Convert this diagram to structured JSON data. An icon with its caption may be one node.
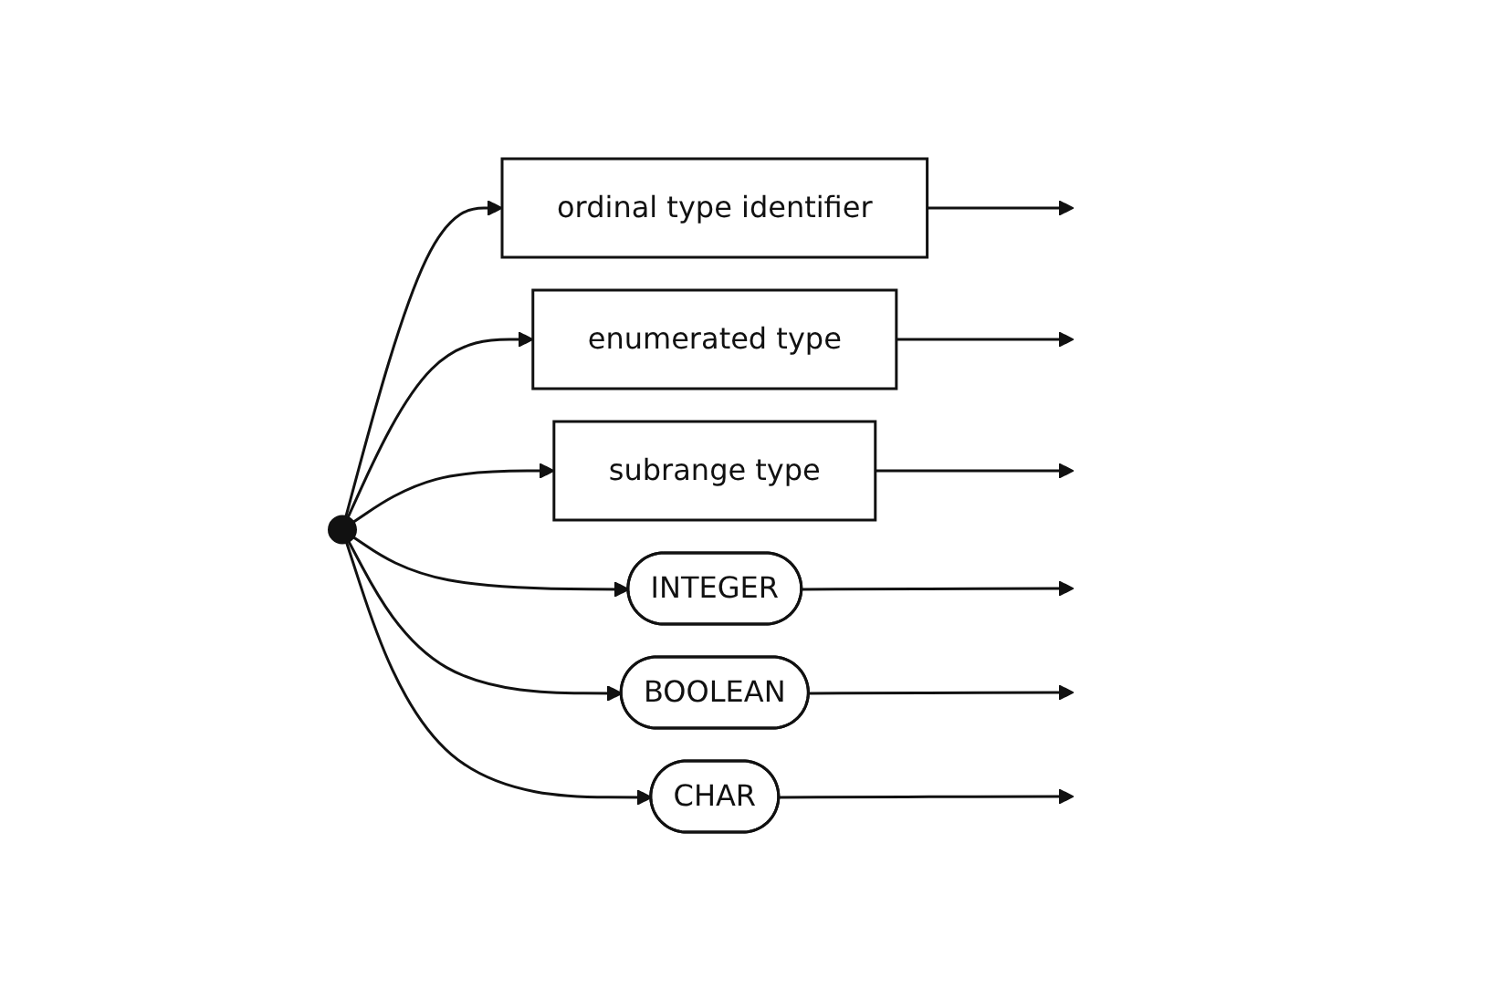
{
  "diagram": {
    "nodes": [
      {
        "text": [],
        "shape": "circle"
      },
      {
        "text": [
          "ordinal type identifier"
        ]
      },
      {
        "text": [
          "enumerated type"
        ]
      },
      {
        "text": [
          "subrange type"
        ]
      },
      {
        "text": [
          "INTEGER"
        ]
      },
      {
        "text": [
          "BOOLEAN"
        ]
      },
      {
        "text": [
          "CHAR"
        ]
      }
    ],
    "edges": [
      {
        "from": 0,
        "to": 1,
        "arrow": "to"
      },
      {
        "from": 0,
        "to": 2,
        "arrow": "to"
      },
      {
        "from": 0,
        "to": 3,
        "arrow": "to"
      },
      {
        "from": 0,
        "to": 4,
        "arrow": "to"
      },
      {
        "from": 0,
        "to": 5,
        "arrow": "to"
      },
      {
        "from": 0,
        "to": 6,
        "arrow": "to"
      },
      {
        "from": 1,
        "to": null,
        "arrow": "to"
      },
      {
        "from": 2,
        "to": null,
        "arrow": "to"
      },
      {
        "from": 3,
        "to": null,
        "arrow": "to"
      },
      {
        "from": 4,
        "to": null,
        "arrow": "to"
      },
      {
        "from": 5,
        "to": null,
        "arrow": "to"
      },
      {
        "from": 6,
        "to": null,
        "arrow": "to"
      }
    ]
  }
}
